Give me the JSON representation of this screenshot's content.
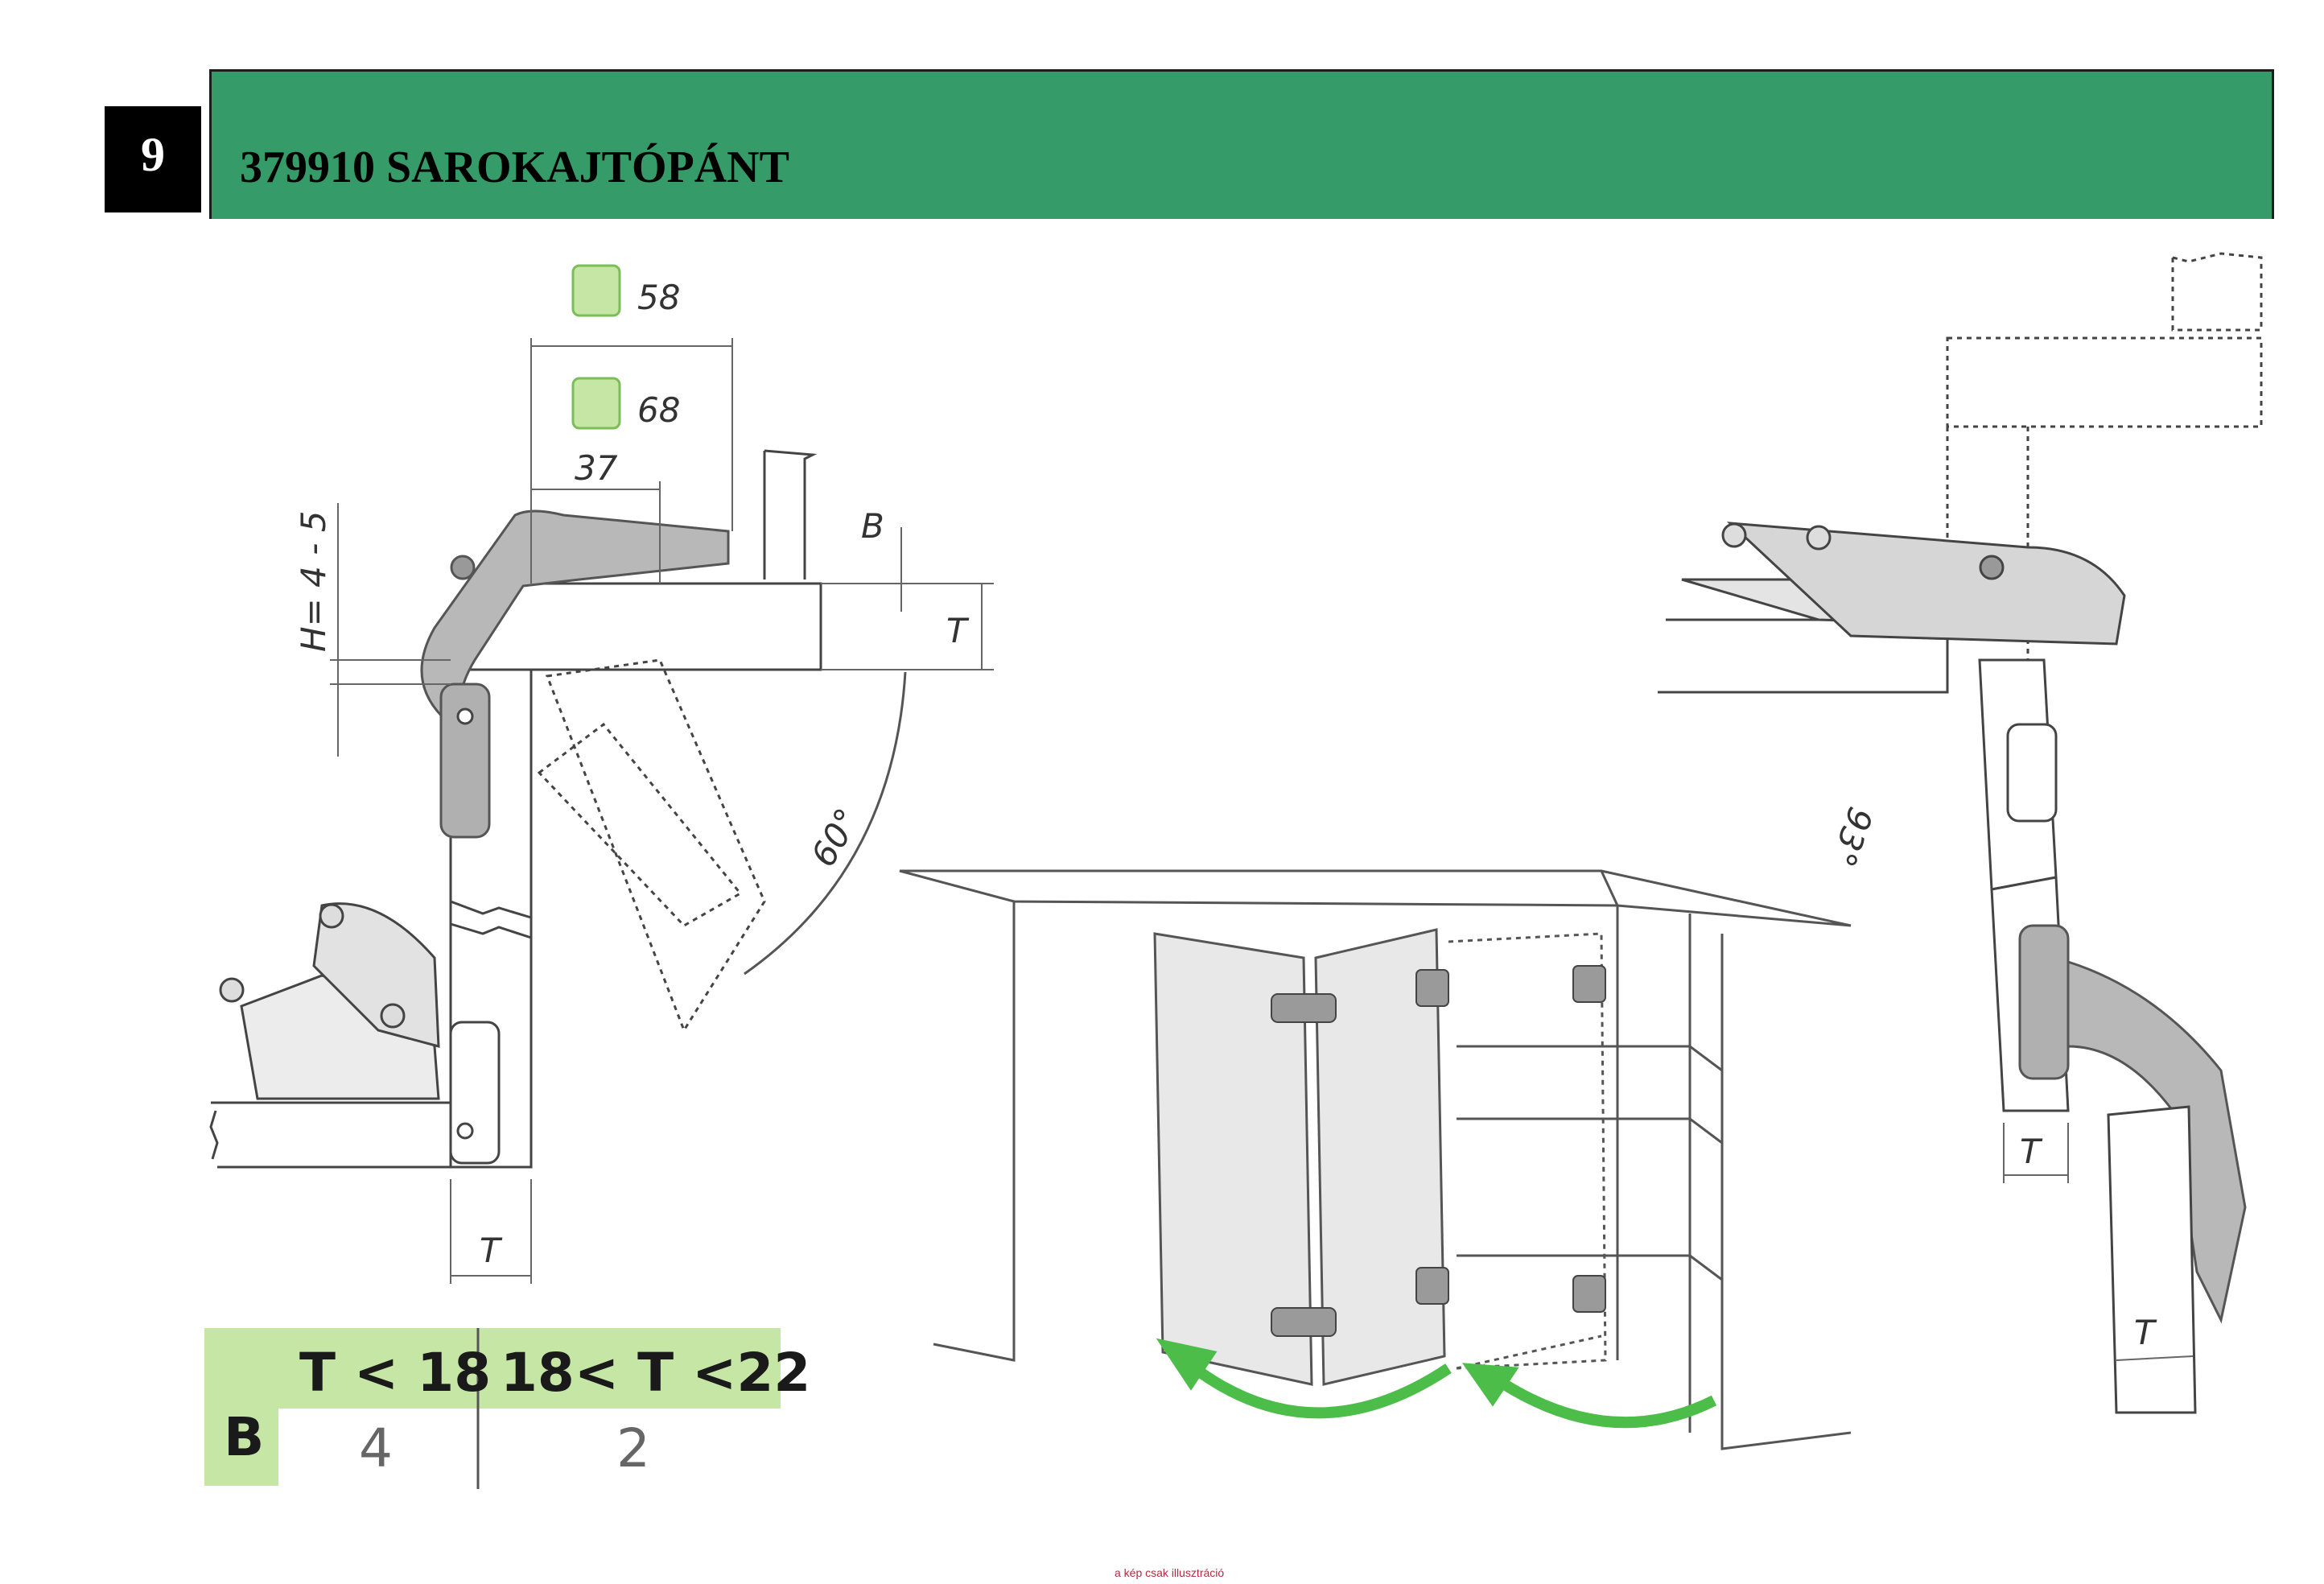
{
  "header": {
    "page_number": "9",
    "title": "379910 SAROKAJTÓPÁNT",
    "bar_color": "#359b69"
  },
  "dimensions": {
    "mount_depth_a": "58",
    "mount_depth_b": "68",
    "offset": "37",
    "gap_label": "B",
    "thickness_label": "T",
    "height_label": "H= 4 - 5",
    "angle_left": "60°",
    "angle_right": "93°"
  },
  "table": {
    "col1_header": "T < 18",
    "col2_header": "18< T <22",
    "row_label": "B",
    "col1_value": "4",
    "col2_value": "2",
    "accent_color": "#c6e6a6"
  },
  "footer": {
    "caption": "a kép csak illusztráció"
  }
}
